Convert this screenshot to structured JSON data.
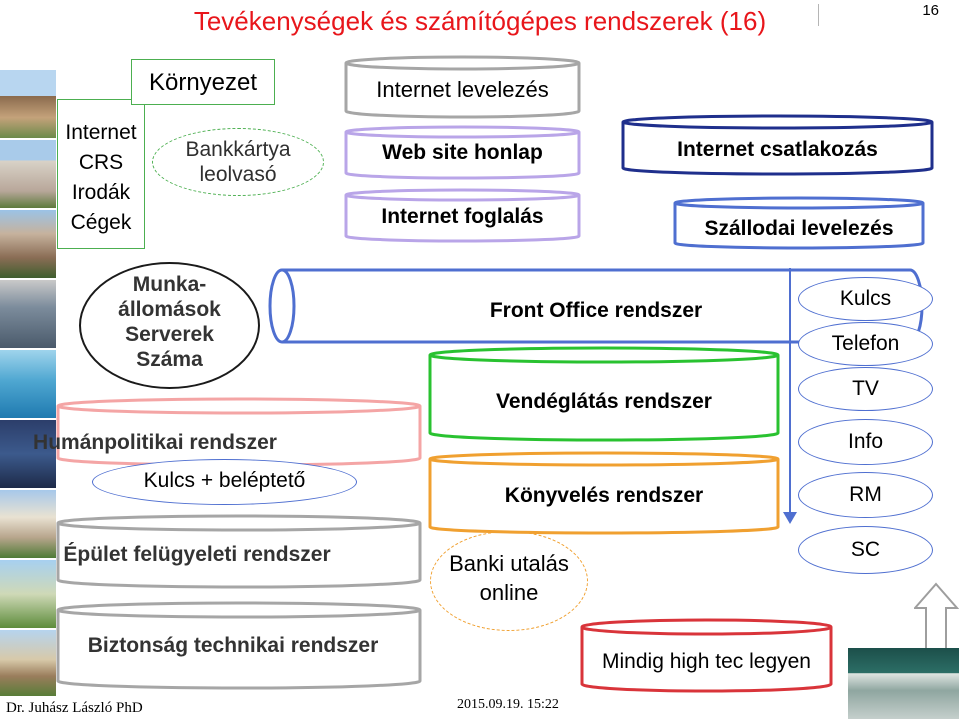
{
  "title": "Tevékenységek és számítógépes rendszerek  (16)",
  "page_number": "16",
  "left_box": [
    "Internet",
    "CRS",
    "Irodák",
    "Cégek"
  ],
  "environment": "Környezet",
  "bankcard": [
    "Bankkártya",
    "leolvasó"
  ],
  "cylinders": {
    "email": "Internet levelezés",
    "website": "Web site honlap",
    "booking": "Internet foglalás",
    "internet_connection": "Internet csatlakozás",
    "hotel_email": "Szállodai levelezés",
    "front_office": "Front Office rendszer",
    "catering": "Vendéglátás rendszer",
    "accounting": "Könyvelés rendszer",
    "hr": "Humánpolitikai rendszer",
    "building": "Épület felügyeleti rendszer",
    "security": "Biztonság technikai rendszer",
    "hightech": "Mindig high tec legyen"
  },
  "workstations": [
    "Munka-",
    "állomások",
    "Serverek",
    "Száma"
  ],
  "key_access": "Kulcs + beléptető",
  "bank_transfer": [
    "Banki utalás",
    "online"
  ],
  "side_items": [
    "Kulcs",
    "Telefon",
    "TV",
    "Info",
    "RM",
    "SC"
  ],
  "footer": {
    "author": "Dr. Juhász László PhD",
    "datetime": "2015.09.19. 15:22"
  },
  "colors": {
    "title": "#e8161b",
    "gray": "#a6a6a6",
    "navy": "#1f2f8c",
    "blue": "#4f6fd0",
    "green": "#29c230",
    "orange": "#f0a030",
    "red": "#d9343a",
    "pink": "#f4a5a5",
    "lavender": "#b9a5e8"
  },
  "icons": {
    "up_arrow": "up-arrow-icon",
    "down_arrow": "down-arrow-icon"
  }
}
